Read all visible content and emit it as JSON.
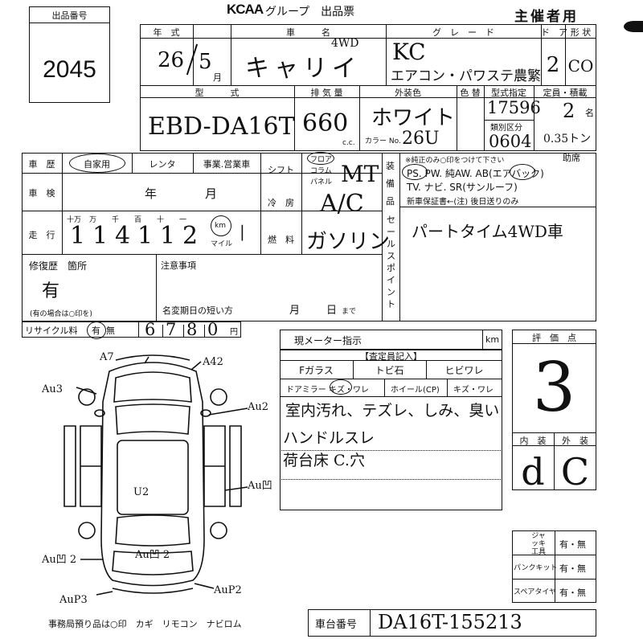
{
  "header": {
    "lot_label": "出品番号",
    "lot_number": "2045",
    "brand": "KCAA",
    "title": "グループ　出品票",
    "organizer": "主催者用"
  },
  "vehicle": {
    "year_label": "年　式",
    "year": "26",
    "month": "5",
    "month_unit": "月",
    "name_label": "車　　　名",
    "name": "キャリイ",
    "drive": "4WD",
    "grade_label": "グ　レ　ー　ド",
    "grade": "KC",
    "grade_detail": "エアコン・パワステ農繁",
    "doors_label": "ド　ア",
    "doors": "2",
    "shape_label": "形 状",
    "shape": "CO",
    "model_label": "型　　　式",
    "model": "EBD-DA16T",
    "displacement_label": "排 気 量",
    "displacement": "660",
    "cc_unit": "c.c.",
    "color_label": "外装色",
    "color": "ホワイト",
    "color_no_label": "カラー No.",
    "color_no": "26U",
    "color_change_label": "色 替",
    "type_spec_label": "型式指定",
    "type_spec": "17596",
    "class_label": "類別区分",
    "class": "0604",
    "capacity_label": "定員・積載",
    "capacity": "2",
    "capacity_unit": "名",
    "load": "0.35トン"
  },
  "history": {
    "label": "車　歴",
    "opt1": "自家用",
    "opt2": "レンタ",
    "opt3": "事業.営業車",
    "inspection_label": "車　検",
    "inspection_year": "年",
    "inspection_month": "月",
    "mileage_label": "走　行",
    "digit_labels": [
      "十万",
      "万",
      "千",
      "百",
      "十",
      "一"
    ],
    "mileage": [
      "1",
      "1",
      "4",
      "1",
      "1",
      "2"
    ],
    "km_label": "km",
    "mile_label": "マイル"
  },
  "mechanics": {
    "shift_label": "シフト",
    "shift_opts": [
      "フロア",
      "コラム",
      "パネル"
    ],
    "shift": "MT",
    "ac_label": "冷　房",
    "ac": "A/C",
    "fuel_label": "燃　料",
    "fuel": "ガソリン"
  },
  "equipment": {
    "label": "装備品",
    "note": "※純正のみ○印をつけて下さい",
    "line1": "PS. PW. 純AW. AB(エアバック)",
    "line1_note": "助席",
    "line2": "TV. ナビ. SR(サンルーフ)",
    "line3": "新車保証書←(注) 後日送りのみ"
  },
  "selling_points": {
    "label": "セールスポイント",
    "text": "パートタイム4WD車"
  },
  "repair": {
    "label": "修復歴　箇所",
    "value": "有",
    "note": "(有の場合は○印を)"
  },
  "notes": {
    "label": "注意事項",
    "deadline_label": "名変期日の短い方",
    "month": "月",
    "day": "日",
    "until": "まで"
  },
  "recycle": {
    "label": "リサイクル料",
    "yes": "有",
    "no": "無",
    "amount": "6780",
    "yen": "円"
  },
  "meter": {
    "label": "現メーター指示",
    "unit": "km"
  },
  "inspector": {
    "label": "【査定員記入】",
    "glass": "Fガラス",
    "tobi": "トビ石",
    "hibi": "ヒビワレ",
    "mirror": "ドアミラー キズ・ワレ",
    "wheel": "ホイール(CP)",
    "wheel_damage": "キズ・ワレ",
    "remarks": [
      "室内汚れ、テズレ、しみ、臭い",
      "ハンドルスレ",
      "荷台床 C.穴"
    ]
  },
  "score": {
    "label": "評　価　点",
    "value": "3",
    "interior_label": "内　装",
    "exterior_label": "外　装",
    "interior": "d",
    "exterior": "C"
  },
  "tools": [
    {
      "label": "ジャッキ工具",
      "value": "有・無"
    },
    {
      "label": "パンクキット",
      "value": "有・無"
    },
    {
      "label": "スペアタイヤ",
      "value": "有・無"
    }
  ],
  "diagram": {
    "marks": [
      "A7",
      "A42",
      "Au3",
      "Au2",
      "Au凹 2",
      "U2",
      "Au凹 2",
      "Au凹 2",
      "AuP2",
      "AuP3"
    ]
  },
  "footer": {
    "office": "事務局預り品は○印　カギ　リモコン　ナビロム",
    "chassis_label": "車台番号",
    "chassis": "DA16T-155213"
  }
}
